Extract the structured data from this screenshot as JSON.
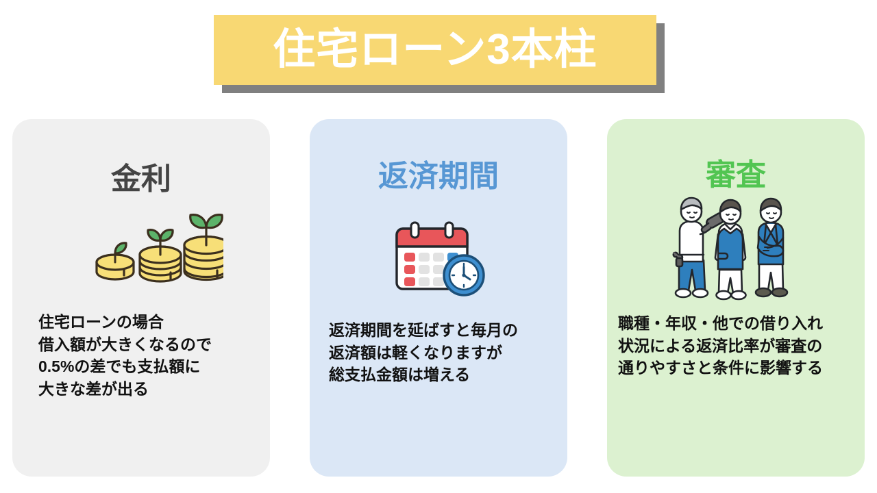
{
  "slide": {
    "title": "住宅ローン3本柱",
    "background_color": "#ffffff",
    "title_band_color": "#f8d873",
    "title_shadow_color": "#808080",
    "title_text_color": "#ffffff"
  },
  "cards": [
    {
      "id": "interest-rate",
      "heading": "金利",
      "heading_color": "#444444",
      "background_color": "#f0f0f0",
      "icon": "coin-stacks-sprout-icon",
      "body": "住宅ローンの場合\n借入額が大きくなるので\n0.5%の差でも支払額に\n大きな差が出る",
      "body_lines": [
        "住宅ローンの場合",
        "借入額が大きくなるので",
        "0.5%の差でも支払額に",
        "大きな差が出る"
      ]
    },
    {
      "id": "repayment-period",
      "heading": "返済期間",
      "heading_color": "#5797d4",
      "background_color": "#dbe7f6",
      "icon": "calendar-clock-icon",
      "body": "返済期間を延ばすと毎月の\n返済額は軽くなりますが\n総支払金額は増える",
      "body_lines": [
        "返済期間を延ばすと毎月の",
        "返済額は軽くなりますが",
        "総支払金額は増える"
      ]
    },
    {
      "id": "screening",
      "heading": "審査",
      "heading_color": "#52c552",
      "background_color": "#dcf1d0",
      "icon": "three-people-icon",
      "body": "職種・年収・他での借り入れ\n状況による返済比率が審査の\n通りやすさと条件に影響する",
      "body_lines": [
        "職種・年収・他での借り入れ",
        "状況による返済比率が審査の",
        "通りやすさと条件に影響する"
      ]
    }
  ],
  "palette": {
    "coin_yellow": "#f7df78",
    "coin_outline": "#3b2f1e",
    "leaf_green": "#5cb36a",
    "calendar_red": "#e8565a",
    "calendar_blue": "#3e8fd0",
    "calendar_gray": "#e2e2e2",
    "person_blue": "#2e7fbd",
    "person_outline": "#23262b"
  }
}
